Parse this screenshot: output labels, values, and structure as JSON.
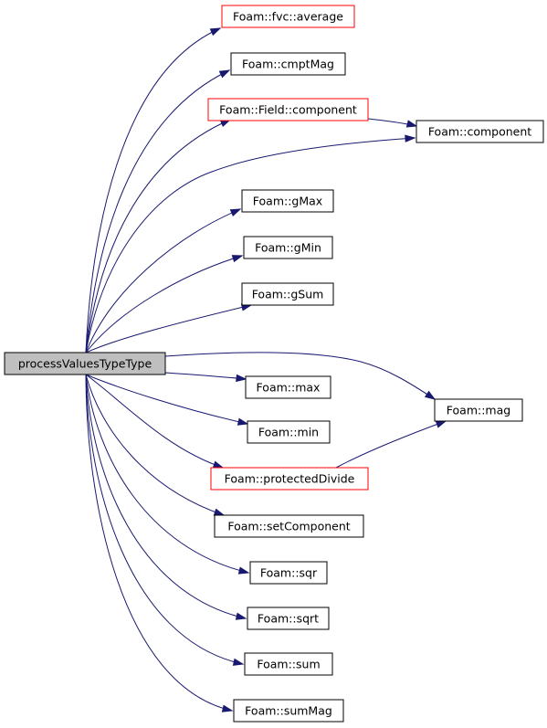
{
  "graph": {
    "root": {
      "id": "root",
      "label": "processValuesTypeType",
      "fill": "#bfbfbf",
      "border": "#000000"
    },
    "nodes": [
      {
        "id": "fvc_average",
        "label": "Foam::fvc::average",
        "border": "#ff0000"
      },
      {
        "id": "cmptMag",
        "label": "Foam::cmptMag",
        "border": "#000000"
      },
      {
        "id": "field_component",
        "label": "Foam::Field::component",
        "border": "#ff0000"
      },
      {
        "id": "component",
        "label": "Foam::component",
        "border": "#000000"
      },
      {
        "id": "gMax",
        "label": "Foam::gMax",
        "border": "#000000"
      },
      {
        "id": "gMin",
        "label": "Foam::gMin",
        "border": "#000000"
      },
      {
        "id": "gSum",
        "label": "Foam::gSum",
        "border": "#000000"
      },
      {
        "id": "max",
        "label": "Foam::max",
        "border": "#000000"
      },
      {
        "id": "mag",
        "label": "Foam::mag",
        "border": "#000000"
      },
      {
        "id": "min",
        "label": "Foam::min",
        "border": "#000000"
      },
      {
        "id": "protectedDivide",
        "label": "Foam::protectedDivide",
        "border": "#ff0000"
      },
      {
        "id": "setComponent",
        "label": "Foam::setComponent",
        "border": "#000000"
      },
      {
        "id": "sqr",
        "label": "Foam::sqr",
        "border": "#000000"
      },
      {
        "id": "sqrt",
        "label": "Foam::sqrt",
        "border": "#000000"
      },
      {
        "id": "sum",
        "label": "Foam::sum",
        "border": "#000000"
      },
      {
        "id": "sumMag",
        "label": "Foam::sumMag",
        "border": "#000000"
      }
    ],
    "edges": [
      {
        "from": "root",
        "to": "fvc_average"
      },
      {
        "from": "root",
        "to": "cmptMag"
      },
      {
        "from": "root",
        "to": "field_component"
      },
      {
        "from": "root",
        "to": "component"
      },
      {
        "from": "root",
        "to": "gMax"
      },
      {
        "from": "root",
        "to": "gMin"
      },
      {
        "from": "root",
        "to": "gSum"
      },
      {
        "from": "root",
        "to": "mag"
      },
      {
        "from": "root",
        "to": "max"
      },
      {
        "from": "root",
        "to": "min"
      },
      {
        "from": "root",
        "to": "protectedDivide"
      },
      {
        "from": "root",
        "to": "setComponent"
      },
      {
        "from": "root",
        "to": "sqr"
      },
      {
        "from": "root",
        "to": "sqrt"
      },
      {
        "from": "root",
        "to": "sum"
      },
      {
        "from": "root",
        "to": "sumMag"
      },
      {
        "from": "field_component",
        "to": "component"
      },
      {
        "from": "protectedDivide",
        "to": "mag"
      }
    ],
    "edge_color": "#191970"
  }
}
